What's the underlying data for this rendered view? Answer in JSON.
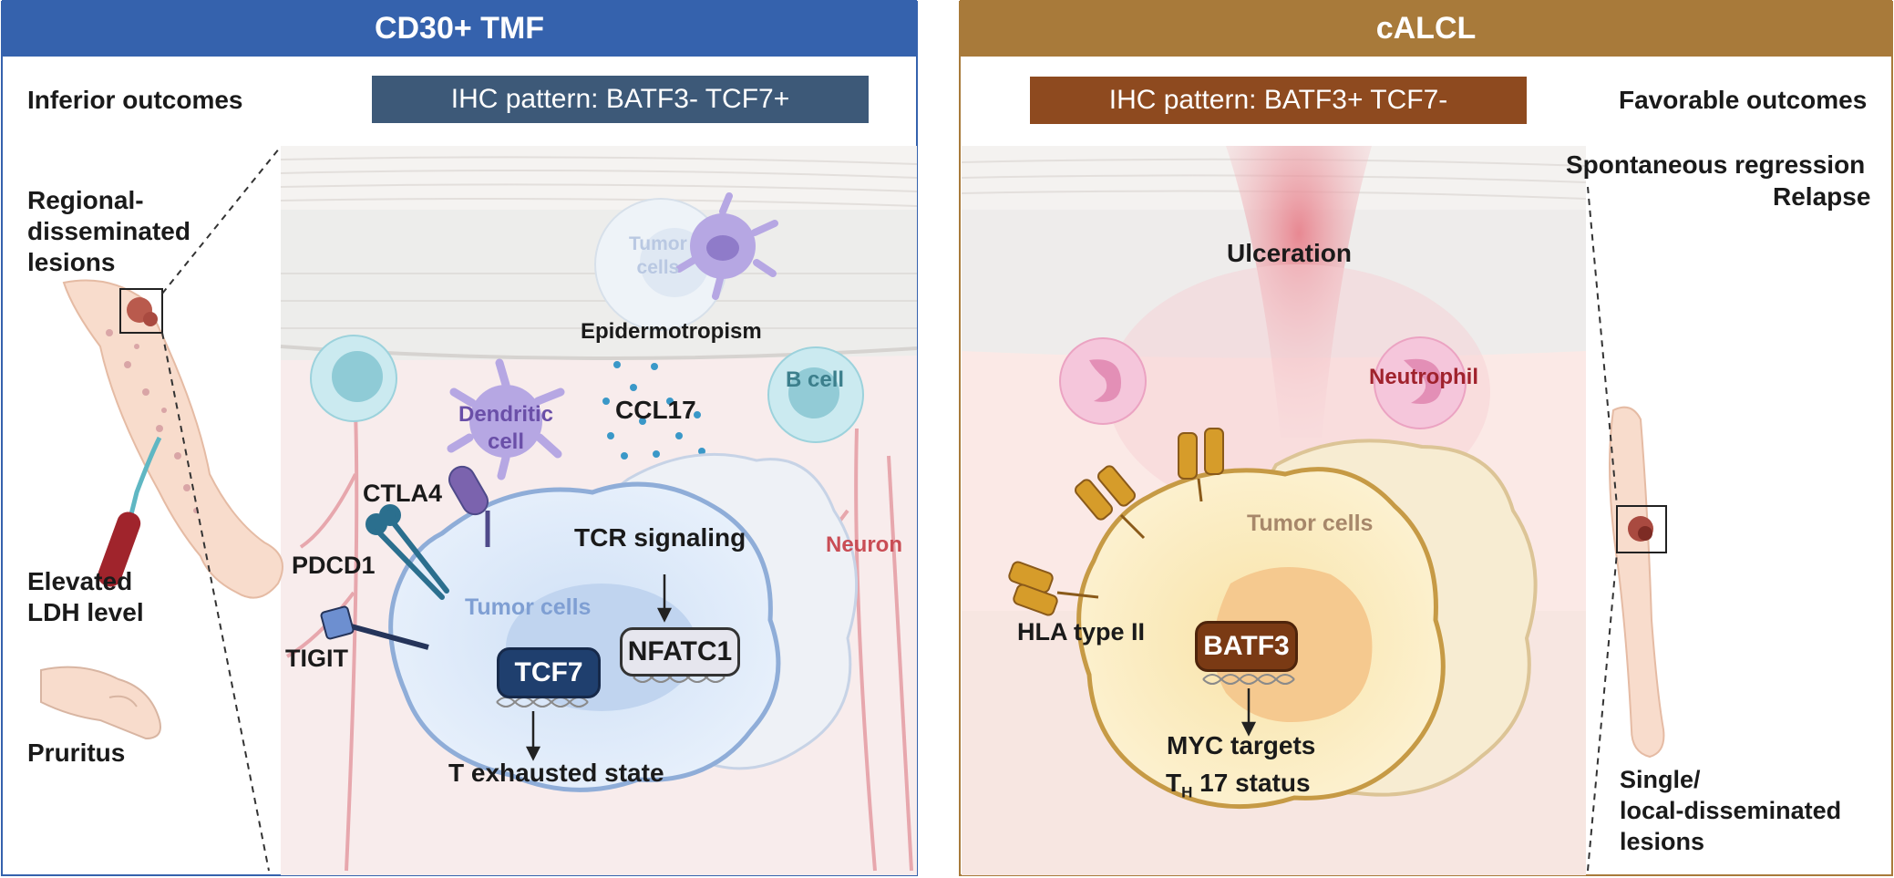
{
  "left_panel": {
    "header": "CD30+ TMF",
    "ihc_pattern": "IHC pattern: BATF3- TCF7+",
    "outcome": "Inferior outcomes",
    "lesions": "Regional-\ndisseminated\nlesions",
    "ldh": "Elevated\nLDH level",
    "pruritus": "Pruritus",
    "tumor_cells_top": "Tumor\ncells",
    "epidermotropism": "Epidermotropism",
    "b_cell": "B cell",
    "dendritic_cell": "Dendritic\ncell",
    "ccl17": "CCL17",
    "ctla4": "CTLA4",
    "pdcd1": "PDCD1",
    "tigit": "TIGIT",
    "tumor_cells": "Tumor cells",
    "tcr_signaling": "TCR signaling",
    "nfatc1": "NFATC1",
    "tcf7": "TCF7",
    "t_exhausted": "T exhausted state",
    "neuron": "Neuron"
  },
  "right_panel": {
    "header": "cALCL",
    "ihc_pattern": "IHC pattern: BATF3+ TCF7-",
    "outcome": "Favorable outcomes",
    "regression": "Spontaneous regression",
    "relapse": "Relapse",
    "ulceration": "Ulceration",
    "neutrophil": "Neutrophil",
    "tumor_cells": "Tumor cells",
    "hla": "HLA type II",
    "batf3": "BATF3",
    "myc": "MYC targets",
    "th_main": "T",
    "th_sub": "H",
    "th_rest": " 17 status",
    "lesions": "Single/\nlocal-disseminated\nlesions"
  },
  "colors": {
    "left_banner": "#3562ad",
    "right_banner": "#a87a3a",
    "left_ihc": "#3d5978",
    "right_ihc": "#8e4a1f",
    "tcf7": "#1f3f6e",
    "batf3": "#7a3a14",
    "nfatc1_fill": "#e6e6ee",
    "neuron_text": "#c94d55",
    "neutrophil_text": "#a0222d",
    "dendritic_text": "#6a4fa8",
    "tumor_text_left": "#7f9fd3",
    "tumor_text_right": "#a7876a"
  }
}
